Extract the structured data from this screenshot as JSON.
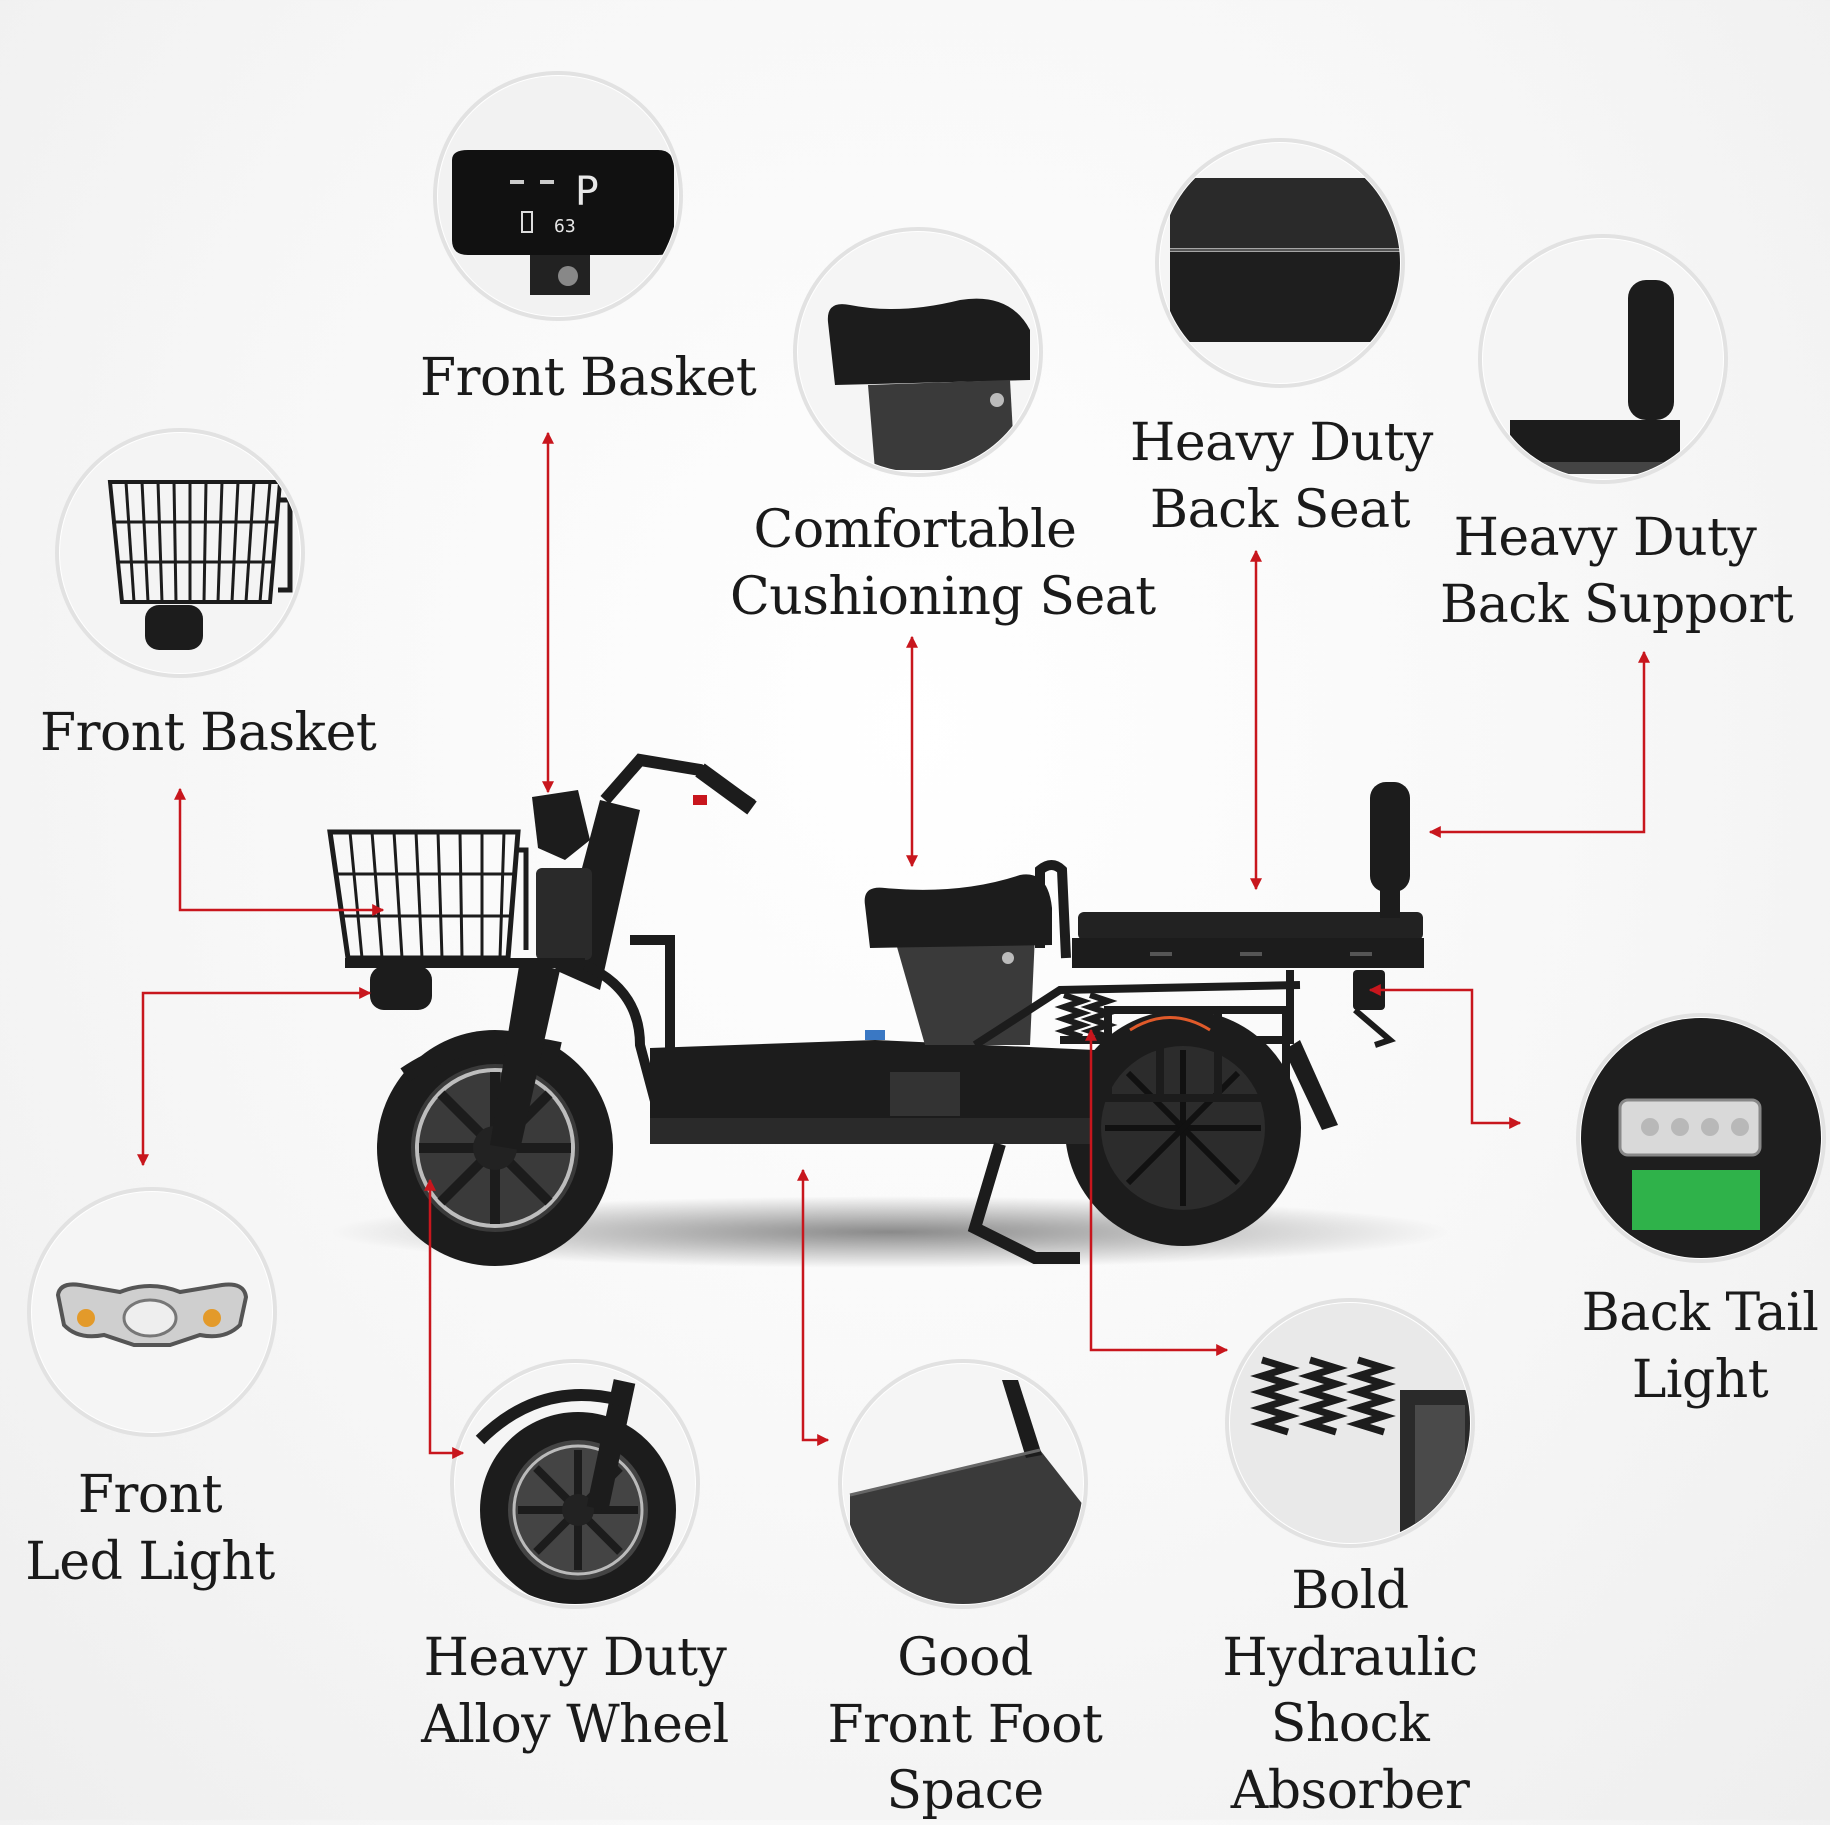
{
  "colors": {
    "callout": "#c8161d",
    "scooter": "#1c1c1c",
    "background": "#f4f4f4",
    "plate": "#2fb24a"
  },
  "features": [
    {
      "id": "display",
      "lines": [
        "Front Basket"
      ],
      "icon": "digital-display-icon"
    },
    {
      "id": "basket",
      "lines": [
        "Front Basket"
      ],
      "icon": "wire-basket-icon"
    },
    {
      "id": "cushion-seat",
      "lines": [
        "Comfortable",
        "Cushioning Seat"
      ],
      "icon": "seat-icon"
    },
    {
      "id": "back-seat",
      "lines": [
        "Heavy Duty",
        "Back Seat"
      ],
      "icon": "back-seat-icon"
    },
    {
      "id": "back-support",
      "lines": [
        "Heavy Duty",
        "Back Support"
      ],
      "icon": "backrest-icon"
    },
    {
      "id": "front-light",
      "lines": [
        "Front",
        "Led Light"
      ],
      "icon": "headlight-icon"
    },
    {
      "id": "alloy-wheel",
      "lines": [
        "Heavy Duty",
        "Alloy Wheel"
      ],
      "icon": "alloy-wheel-icon"
    },
    {
      "id": "foot-space",
      "lines": [
        "Good",
        "Front Foot",
        "Space"
      ],
      "icon": "footboard-icon"
    },
    {
      "id": "shock",
      "lines": [
        "Bold",
        "Hydraulic",
        "Shock",
        "Absorber"
      ],
      "icon": "shock-absorber-icon"
    },
    {
      "id": "tail-light",
      "lines": [
        "Back Tail",
        "Light"
      ],
      "icon": "tail-light-icon"
    }
  ],
  "display_readout": {
    "gear": "P",
    "speed": "63"
  }
}
